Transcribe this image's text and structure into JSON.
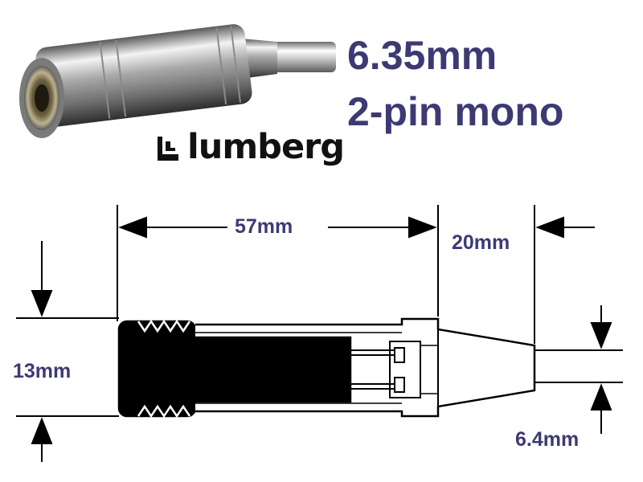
{
  "title": {
    "line1": "6.35mm",
    "line2": "2-pin mono"
  },
  "brand": {
    "name": "lumberg"
  },
  "dimensions": {
    "overall_length": "57mm",
    "rear_length": "20mm",
    "diameter": "13mm",
    "tail_diameter": "6.4mm"
  },
  "colors": {
    "text_accent": "#3d3a73",
    "line": "#000000"
  }
}
